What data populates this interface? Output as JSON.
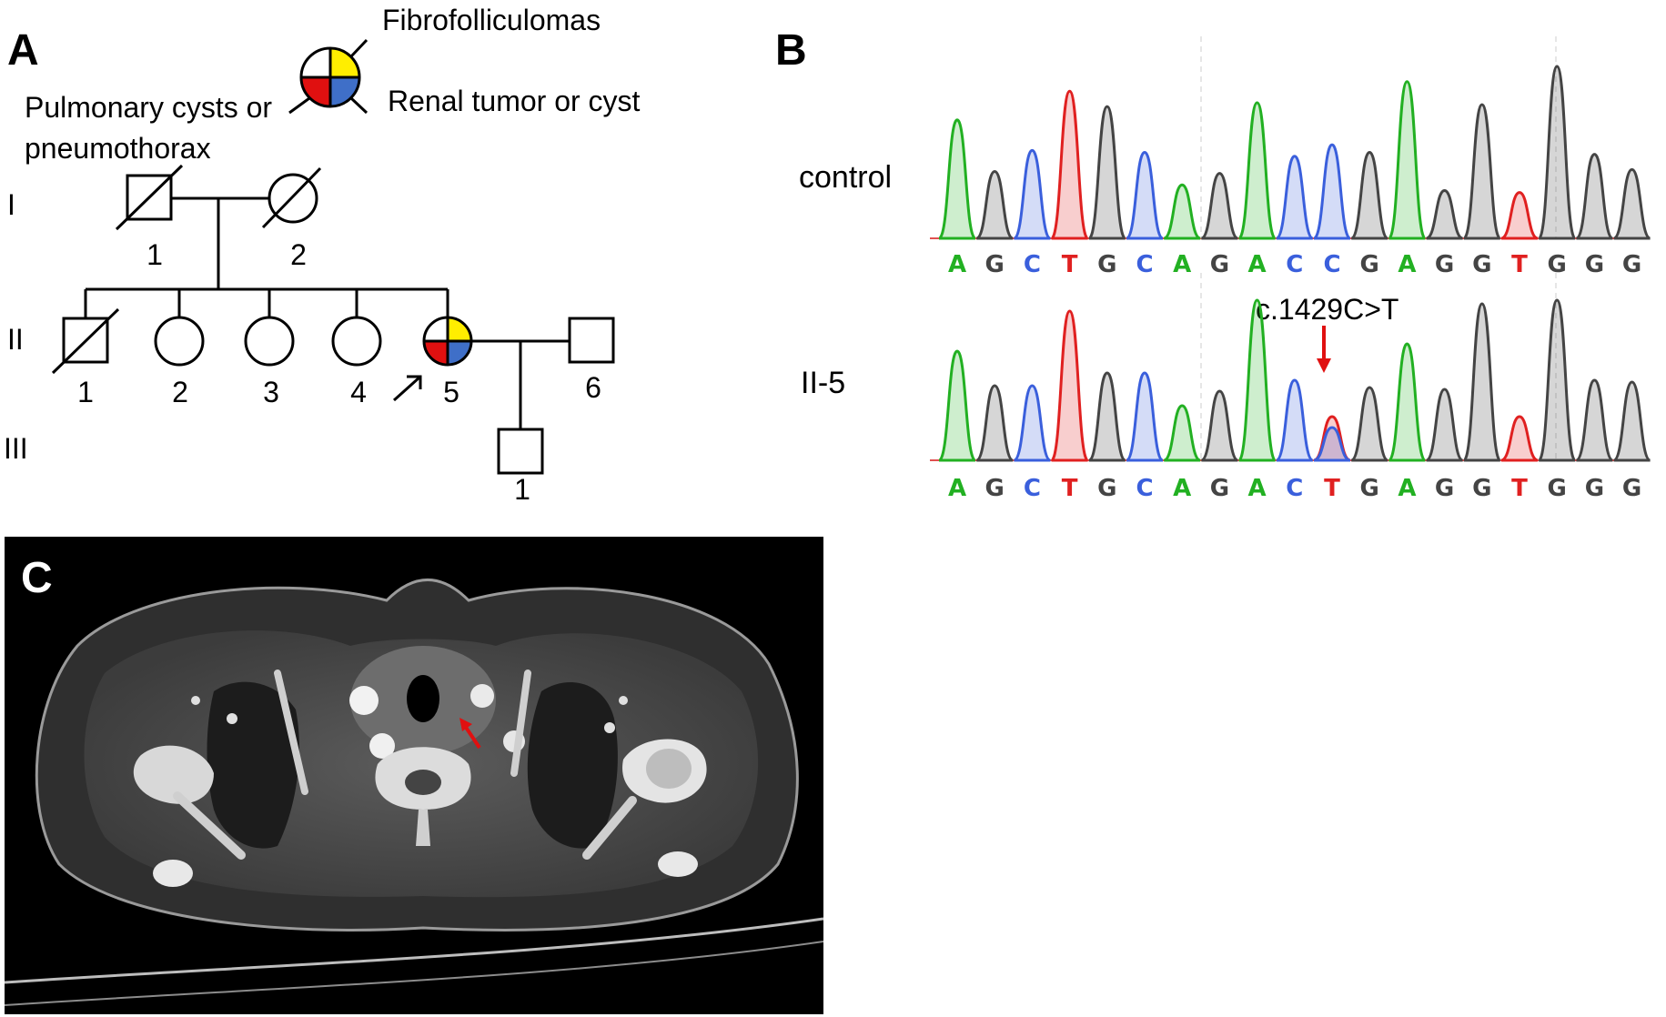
{
  "panels": {
    "a": "A",
    "b": "B",
    "c": "C"
  },
  "legend": {
    "fibro": "Fibrofolliculomas",
    "renal": "Renal tumor or cyst",
    "pulm_line1": "Pulmonary cysts or",
    "pulm_line2": "pneumothorax"
  },
  "generations": [
    "I",
    "II",
    "III"
  ],
  "pedigree": {
    "gen1": [
      "1",
      "2"
    ],
    "gen2": [
      "1",
      "2",
      "3",
      "4",
      "5",
      "6"
    ],
    "gen3": [
      "1"
    ]
  },
  "sequencing": {
    "control_label": "control",
    "patient_label": "II-5",
    "mutation": "c.1429C>T",
    "control_bases": [
      "A",
      "G",
      "C",
      "T",
      "G",
      "C",
      "A",
      "G",
      "A",
      "C",
      "C",
      "G",
      "A",
      "G",
      "G",
      "T",
      "G",
      "G",
      "G"
    ],
    "patient_bases": [
      "A",
      "G",
      "C",
      "T",
      "G",
      "C",
      "A",
      "G",
      "A",
      "C",
      "T",
      "G",
      "A",
      "G",
      "G",
      "T",
      "G",
      "G",
      "G"
    ],
    "colors": {
      "A": "#22b022",
      "G": "#444444",
      "C": "#3a5fdc",
      "T": "#e02020"
    }
  },
  "legend_colors": {
    "fibro": "#ffee00",
    "renal": "#3f6fc8",
    "pulm": "#e01010"
  }
}
